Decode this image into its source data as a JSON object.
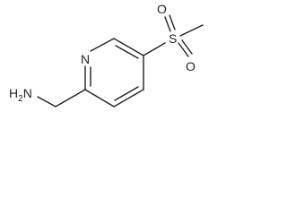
{
  "molecule": {
    "atoms": {
      "amine": "H2N",
      "ring_nitrogen": "N",
      "sulfur": "S",
      "oxygen_top": "O",
      "oxygen_bottom": "O"
    },
    "colors": {
      "ink": "#231f20",
      "background": "#ffffff"
    }
  }
}
